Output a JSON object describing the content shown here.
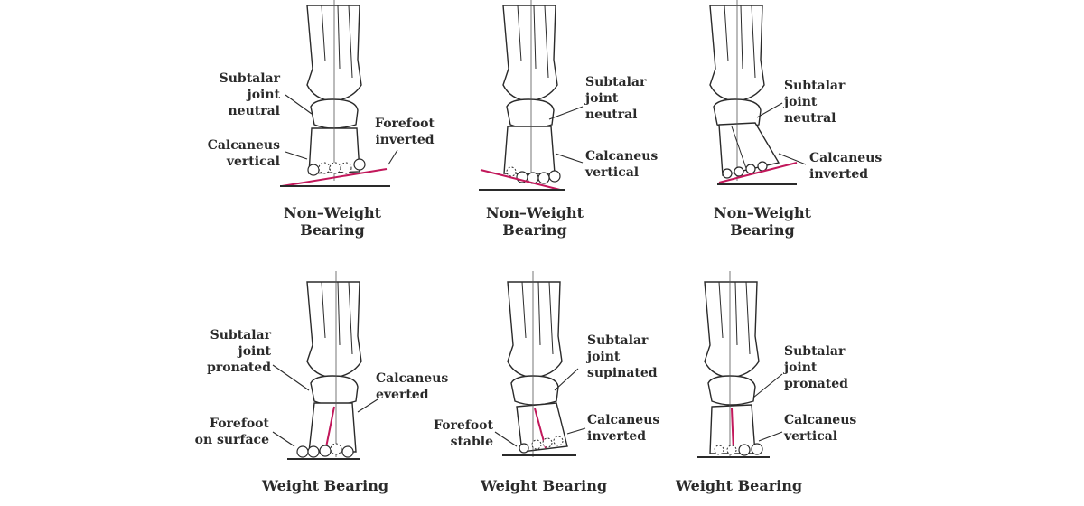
{
  "panels": [
    {
      "id": "top-1",
      "labels": [
        [
          "Subtalar",
          "joint",
          "neutral"
        ],
        [
          "Calcaneus",
          "vertical"
        ],
        [
          "Forefoot",
          "inverted"
        ]
      ],
      "caption": [
        "Non–Weight",
        "Bearing"
      ]
    },
    {
      "id": "top-2",
      "labels": [
        [
          "Subtalar",
          "joint",
          "neutral"
        ],
        [
          "Calcaneus",
          "vertical"
        ]
      ],
      "caption": [
        "Non–Weight",
        "Bearing"
      ]
    },
    {
      "id": "top-3",
      "labels": [
        [
          "Subtalar",
          "joint",
          "neutral"
        ],
        [
          "Calcaneus",
          "inverted"
        ]
      ],
      "caption": [
        "Non–Weight",
        "Bearing"
      ]
    },
    {
      "id": "bottom-1",
      "labels": [
        [
          "Subtalar",
          "joint",
          "pronated"
        ],
        [
          "Calcaneus",
          "everted"
        ],
        [
          "Forefoot",
          "on surface"
        ]
      ],
      "caption": [
        "Weight Bearing"
      ]
    },
    {
      "id": "bottom-2",
      "labels": [
        [
          "Subtalar",
          "joint",
          "supinated"
        ],
        [
          "Forefoot",
          "stable"
        ],
        [
          "Calcaneus",
          "inverted"
        ]
      ],
      "caption": [
        "Weight Bearing"
      ]
    },
    {
      "id": "bottom-3",
      "labels": [
        [
          "Subtalar",
          "joint",
          "pronated"
        ],
        [
          "Calcaneus",
          "vertical"
        ]
      ],
      "caption": [
        "Weight Bearing"
      ]
    }
  ],
  "colors": {
    "line": "#2a2a2a",
    "accent": "#c2185b",
    "background": "#ffffff"
  }
}
